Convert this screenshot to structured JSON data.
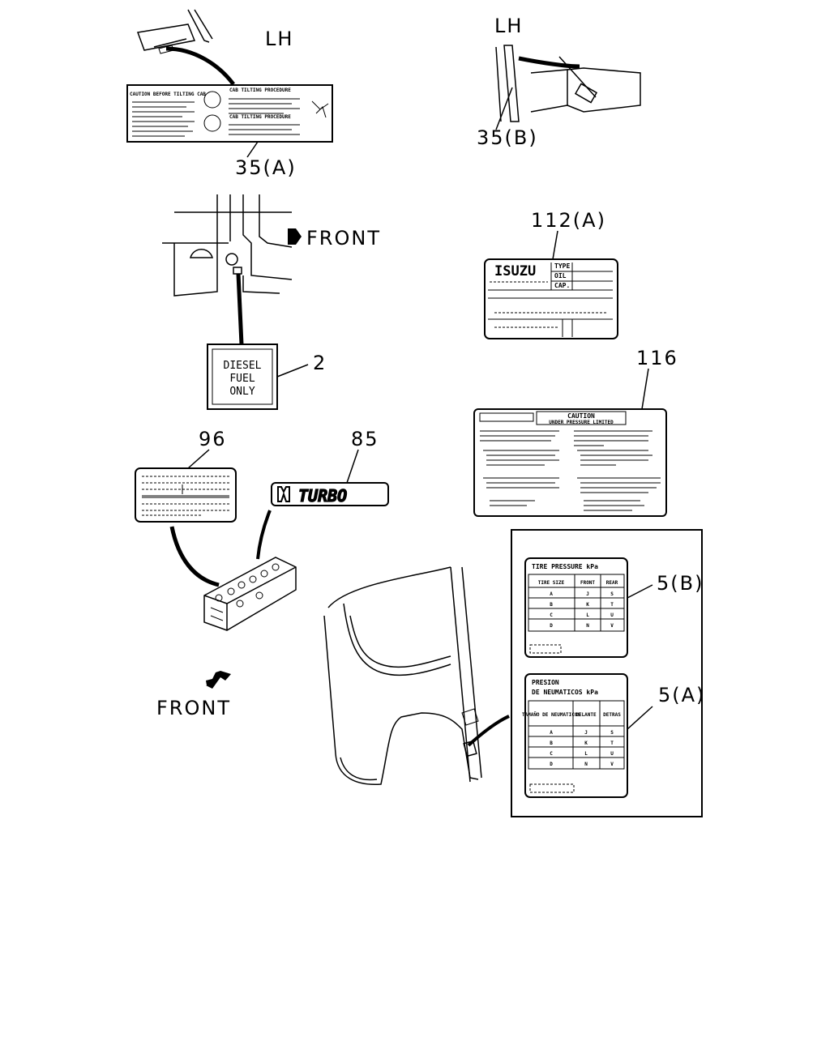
{
  "callouts": {
    "lh_1": "LH",
    "lh_2": "LH",
    "c35a": "35(A)",
    "c35b": "35(B)",
    "c112a": "112(A)",
    "c116": "116",
    "c2": "2",
    "c96": "96",
    "c85": "85",
    "c5b": "5(B)",
    "c5a": "5(A)",
    "front_1": "FRONT",
    "front_2": "FRONT"
  },
  "labels": {
    "cab_tilt": {
      "left_title": "CAUTION BEFORE TILTING CAB",
      "right_title": "CAB TILTING PROCEDURE",
      "right_title_2": "CAB TILTING PROCEDURE"
    },
    "diesel": [
      "DIESEL",
      "FUEL",
      "ONLY"
    ],
    "isuzu_plate": {
      "brand": "ISUZU",
      "rows": [
        "TYPE",
        "OIL",
        "CAP."
      ]
    },
    "turbo": "TURBO",
    "caution": {
      "title": "CAUTION",
      "subtitle": "UNDER PRESSURE LIMITED"
    },
    "tire_en": {
      "title": "TIRE PRESSURE kPa",
      "headers": [
        "TIRE SIZE",
        "FRONT",
        "REAR"
      ],
      "rows": [
        [
          "A",
          "J",
          "S"
        ],
        [
          "B",
          "K",
          "T"
        ],
        [
          "C",
          "L",
          "U"
        ],
        [
          "D",
          "N",
          "V"
        ]
      ]
    },
    "tire_es": {
      "title_1": "PRESION",
      "title_2": "DE NEUMATICOS kPa",
      "headers": [
        "TAMAÑO DE NEUMATICOS",
        "DELANTE",
        "DETRAS"
      ],
      "rows": [
        [
          "A",
          "J",
          "S"
        ],
        [
          "B",
          "K",
          "T"
        ],
        [
          "C",
          "L",
          "U"
        ],
        [
          "D",
          "N",
          "V"
        ]
      ]
    }
  }
}
